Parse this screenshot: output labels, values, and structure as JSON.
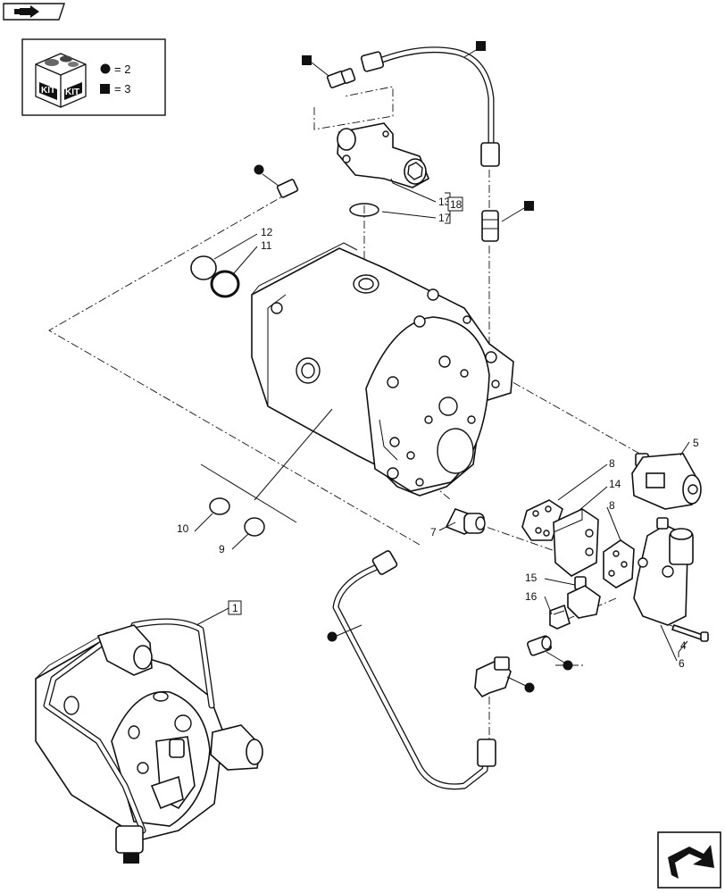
{
  "kit_legend": {
    "kit_word_left": "KIT",
    "kit_word_right": "KIT",
    "circle_count": "= 2",
    "square_count": "= 3"
  },
  "callouts": {
    "c1": "1",
    "c4": "4",
    "c5": "5",
    "c6": "6",
    "c7": "7",
    "c8a": "8",
    "c8b": "8",
    "c9": "9",
    "c10": "10",
    "c11": "11",
    "c12": "12",
    "c13": "13",
    "c14": "14",
    "c15": "15",
    "c16": "16",
    "c17": "17",
    "c18": "18"
  },
  "icons": {
    "top_left": "book-arrow-icon",
    "bottom_right": "navigation-arrow-icon"
  }
}
